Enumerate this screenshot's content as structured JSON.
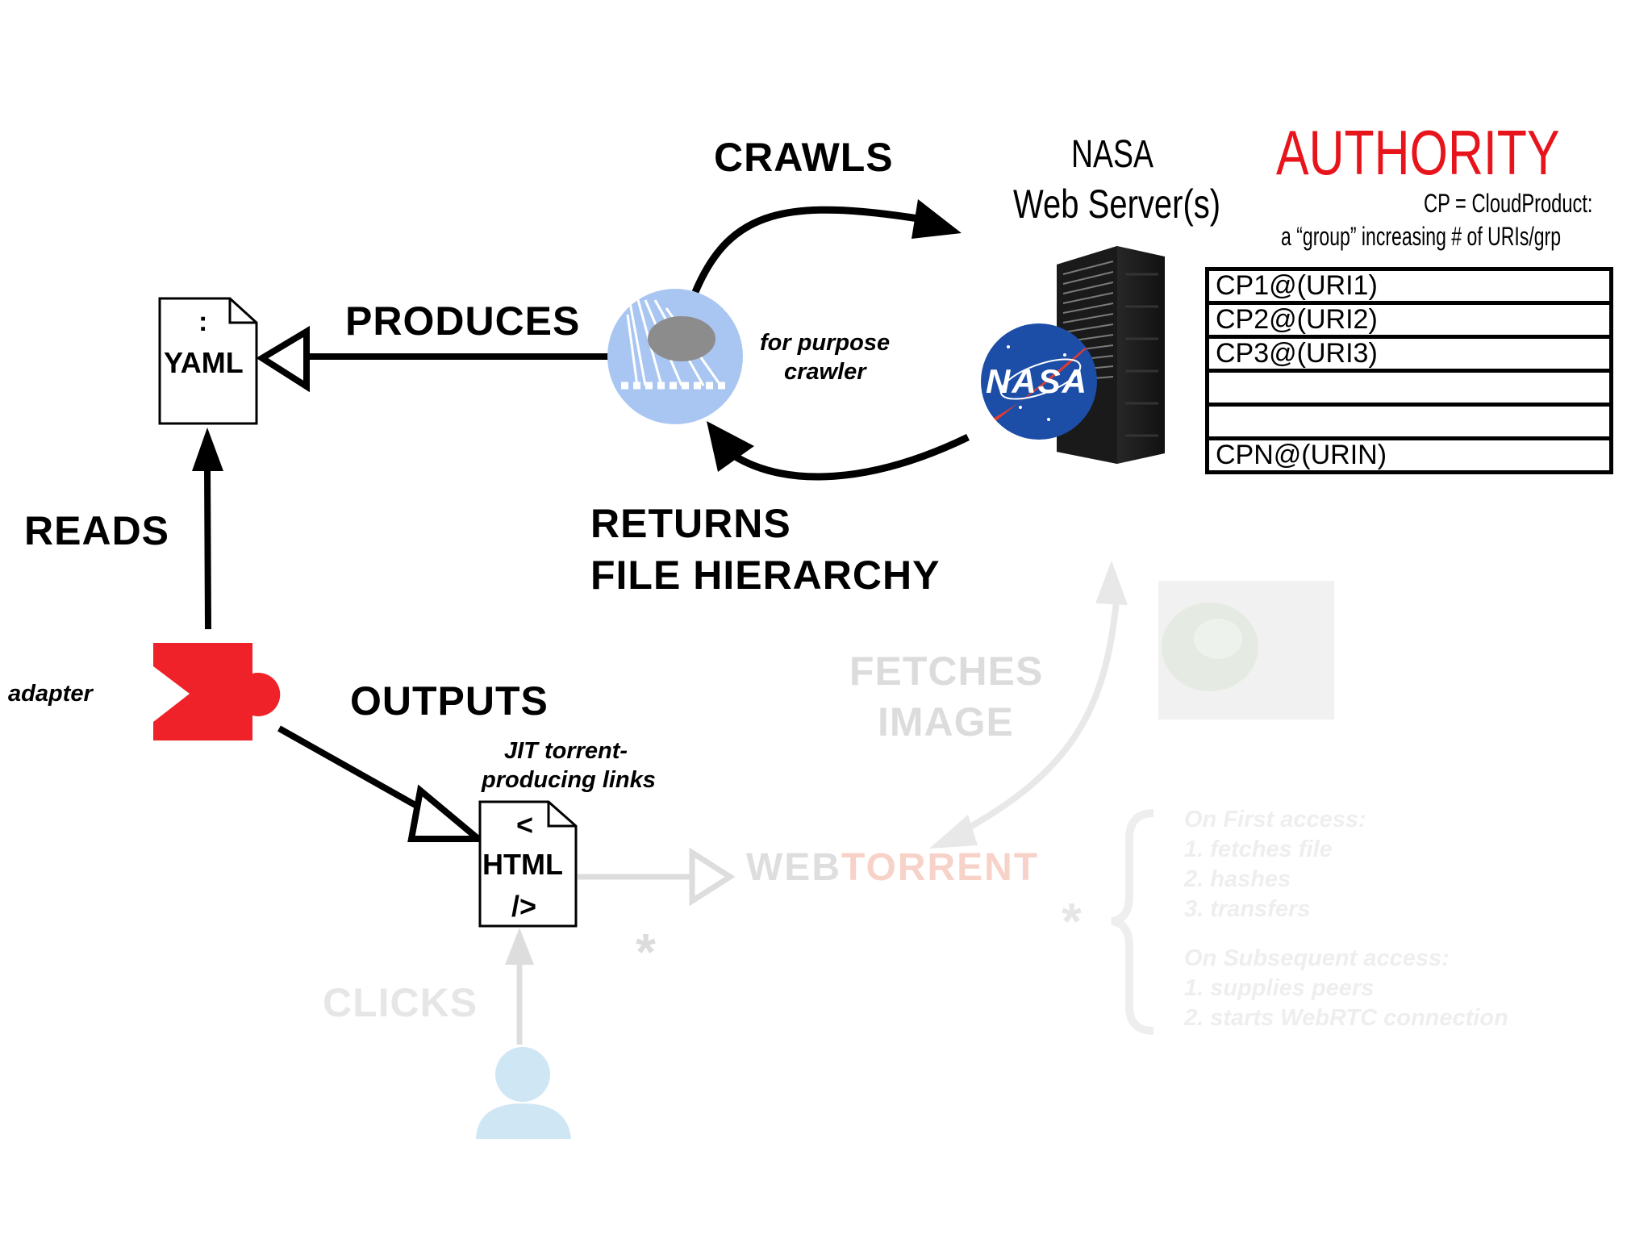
{
  "labels": {
    "crawls": "CRAWLS",
    "produces": "PRODUCES",
    "reads": "READS",
    "outputs": "OUTPUTS",
    "returns_line1": "RETURNS",
    "returns_line2": "FILE HIERARCHY",
    "fetches_line1": "FETCHES",
    "fetches_line2": "IMAGE",
    "clicks": "CLICKS",
    "asterisk": "*"
  },
  "crawler": {
    "caption_line1": "for purpose",
    "caption_line2": "crawler"
  },
  "adapter": {
    "caption": "adapter"
  },
  "yaml_doc": {
    "symbol": ":",
    "name": "YAML"
  },
  "html_doc": {
    "symbol_open": "<",
    "name": "HTML",
    "symbol_close": "/>"
  },
  "html_caption": {
    "line1": "JIT torrent-",
    "line2": "producing links"
  },
  "server": {
    "title_line1": "NASA",
    "title_line2": "Web Server(s)",
    "logo_text": "NASA"
  },
  "authority": {
    "title": "AUTHORITY",
    "desc_line1": "CP = CloudProduct:",
    "desc_line2": "a “group” increasing # of URIs/grp",
    "rows": [
      "CP1@(URI1)",
      "CP2@(URI2)",
      "CP3@(URI3)",
      "",
      "",
      "CPN@(URIN)"
    ]
  },
  "webtorrent": {
    "part1": "WEB",
    "part2": "TORRENT"
  },
  "notes": {
    "first_heading": "On First access:",
    "first_items": [
      "1. fetches file",
      "2. hashes",
      "3. transfers"
    ],
    "subsequent_heading": "On Subsequent access:",
    "subsequent_items": [
      "1. supplies peers",
      "2. starts WebRTC connection"
    ]
  },
  "colors": {
    "adapter_red": "#ee2228",
    "authority_red": "#e8141b",
    "crawler_blue": "#a9c6f2",
    "faded_grey": "#dcdcdc",
    "webtorrent_grey": "#dedede",
    "webtorrent_orange": "#f7d2c8",
    "user_blue": "#cfe6f5",
    "nasa_blue": "#1c4ea8"
  },
  "icons": [
    "document-icon",
    "puzzle-piece-icon",
    "crawler-globe-icon",
    "server-rack-icon",
    "nasa-logo-icon",
    "user-icon",
    "image-thumbnail-icon"
  ]
}
